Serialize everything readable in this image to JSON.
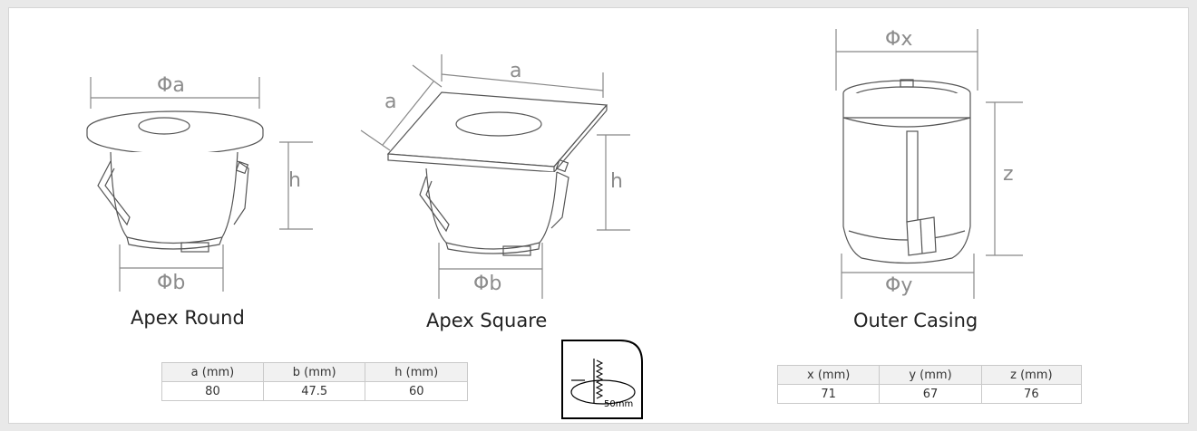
{
  "products": [
    {
      "name": "Apex Round",
      "dims": {
        "top": "Φa",
        "bottom": "Φb",
        "side": "h"
      }
    },
    {
      "name": "Apex Square",
      "dims": {
        "top": "a",
        "side_left": "a",
        "bottom": "Φb",
        "side": "h"
      }
    },
    {
      "name": "Outer Casing",
      "dims": {
        "top": "Φx",
        "bottom": "Φy",
        "side": "z"
      }
    }
  ],
  "tables": {
    "apex": {
      "headers": [
        "a (mm)",
        "b (mm)",
        "h (mm)"
      ],
      "values": [
        "80",
        "47.5",
        "60"
      ]
    },
    "casing": {
      "headers": [
        "x (mm)",
        "y (mm)",
        "z (mm)"
      ],
      "values": [
        "71",
        "67",
        "76"
      ]
    }
  },
  "cutout_icon": {
    "label": "50mm"
  }
}
